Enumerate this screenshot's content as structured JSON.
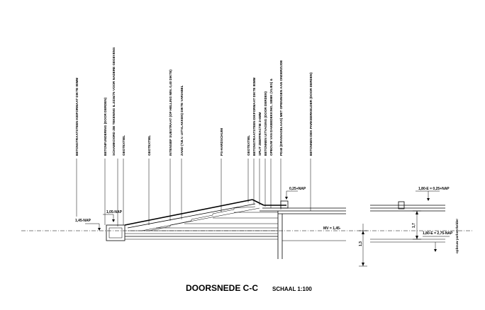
{
  "labels": {
    "l1": "BETONSTRAATSTEEN KEIFORMAAT DIKTE 80MM",
    "l2": "BETONFUNDERING (DOOR DERDEN)",
    "l3": "SCHAMKOORD ZIE TEKENING IL.0236/75 VOOR NADERE GEGEVENS",
    "l4": "GEOTEXTIEL",
    "l5": "GEOTEXTIEL",
    "l6": "INTENSIEF SUBSTRAAT (OP HELLING MIN. 0,40 DIKTE)",
    "l7": "ZAND (T.B.V. UITVLAKKEN) DIKTE VARIABEL",
    "l8": "PS-HARDSCHUIM",
    "l9": "GEOTEXTIEL",
    "l10": "BETONSTRAATSTEEN DIKFORMAAT DIKTE 80MM",
    "l11": "SPLIT ZEEFFRACTIE 2-6MM",
    "l12": "BETONNEN UITVAGING (DOOR DERDEN)",
    "l13": "OPBOUW VAN DAKBEDEKKING, SBMK (VLIES) &",
    "l14": "PD40 (DRAINAGELAAG) MET OPENINGEN AAN ONDERZIJDE",
    "l15": "BETONNEN DEK PARKEERKELDER (DOOR DERDEN)"
  },
  "levels": {
    "lv1": "1,05-NAP",
    "lv2": "1,45-NAP",
    "lv3": "0,25+NAP",
    "lv4": "MV = 1,45-",
    "lv5": "1,80-E = 0,25+NAP",
    "lv6": "1,80-E = 2,75-NAP",
    "side": "opbouw parkeerkelder"
  },
  "dims": {
    "d1": "1,3",
    "d2": "1,7"
  },
  "title": "DOORSNEDE C-C",
  "scale": "SCHAAL 1:100"
}
